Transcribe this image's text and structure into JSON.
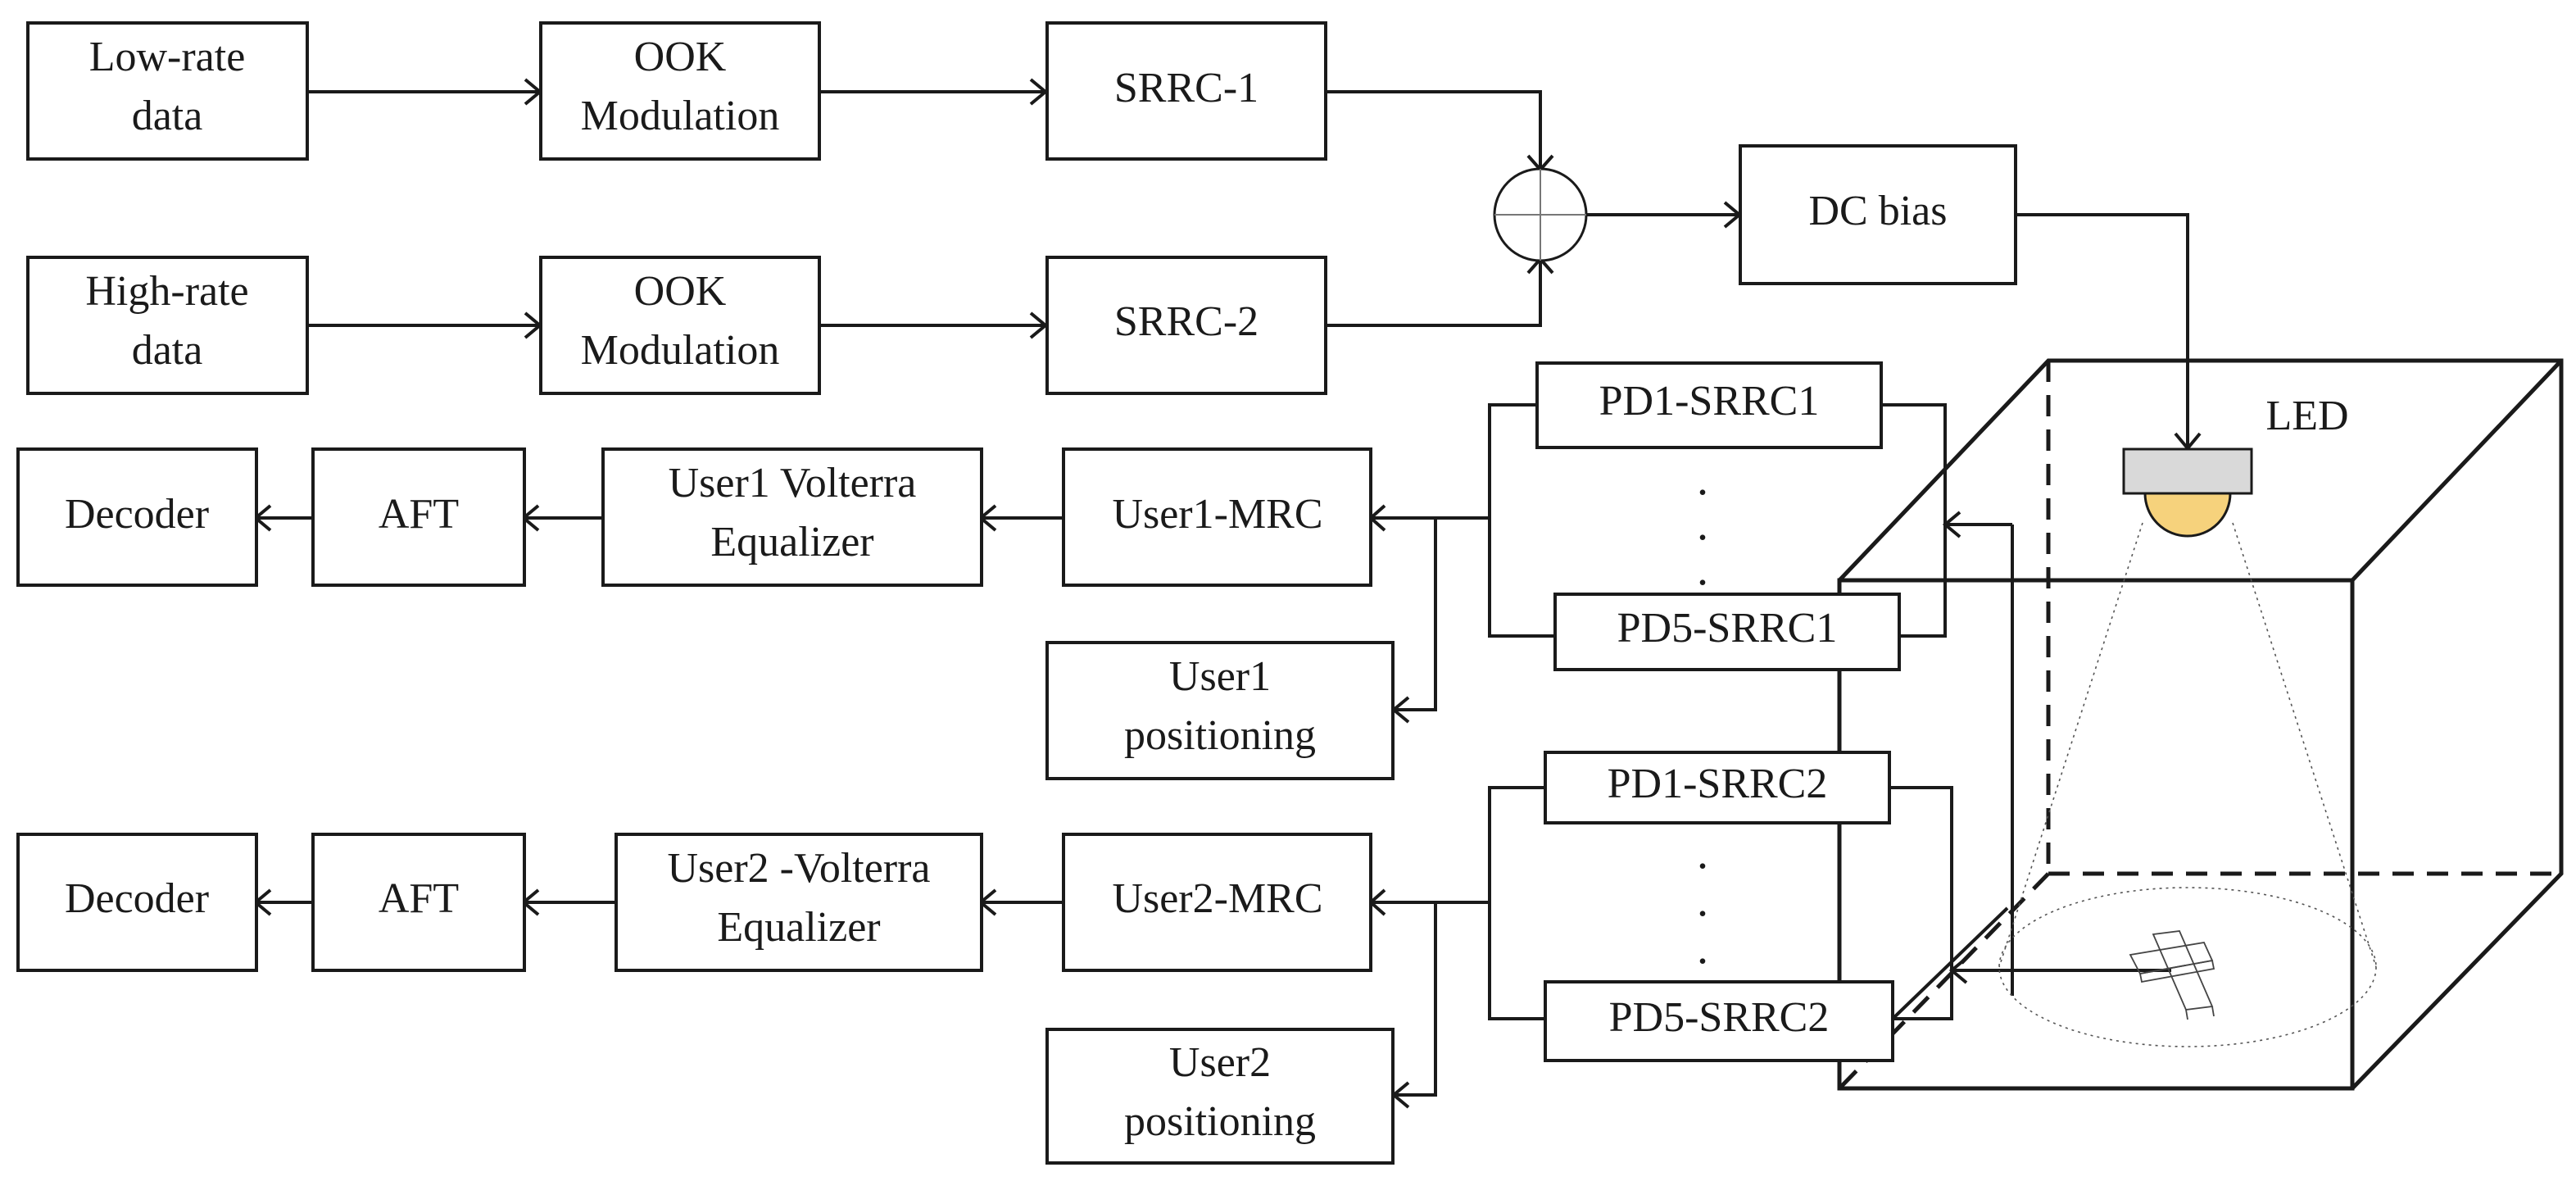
{
  "tx": {
    "low_rate": [
      "Low-rate",
      "data"
    ],
    "high_rate": [
      "High-rate",
      "data"
    ],
    "ook1": [
      "OOK",
      "Modulation"
    ],
    "ook2": [
      "OOK",
      "Modulation"
    ],
    "srrc1": "SRRC-1",
    "srrc2": "SRRC-2",
    "dc_bias": "DC bias",
    "led": "LED"
  },
  "rx1": {
    "pd1": "PD1-SRRC1",
    "pd5": "PD5-SRRC1",
    "mrc": "User1-MRC",
    "equalizer": [
      "User1 Volterra",
      "Equalizer"
    ],
    "aft": "AFT",
    "decoder": "Decoder",
    "positioning": [
      "User1",
      "positioning"
    ]
  },
  "rx2": {
    "pd1": "PD1-SRRC2",
    "pd5": "PD5-SRRC2",
    "mrc": "User2-MRC",
    "equalizer": [
      "User2 -Volterra",
      "Equalizer"
    ],
    "aft": "AFT",
    "decoder": "Decoder",
    "positioning": [
      "User2",
      "positioning"
    ]
  },
  "ellipsis": ".",
  "colors": {
    "stroke": "#1a1a1a",
    "led_light": "#f6d27c",
    "led_housing": "#d9d9d9"
  }
}
